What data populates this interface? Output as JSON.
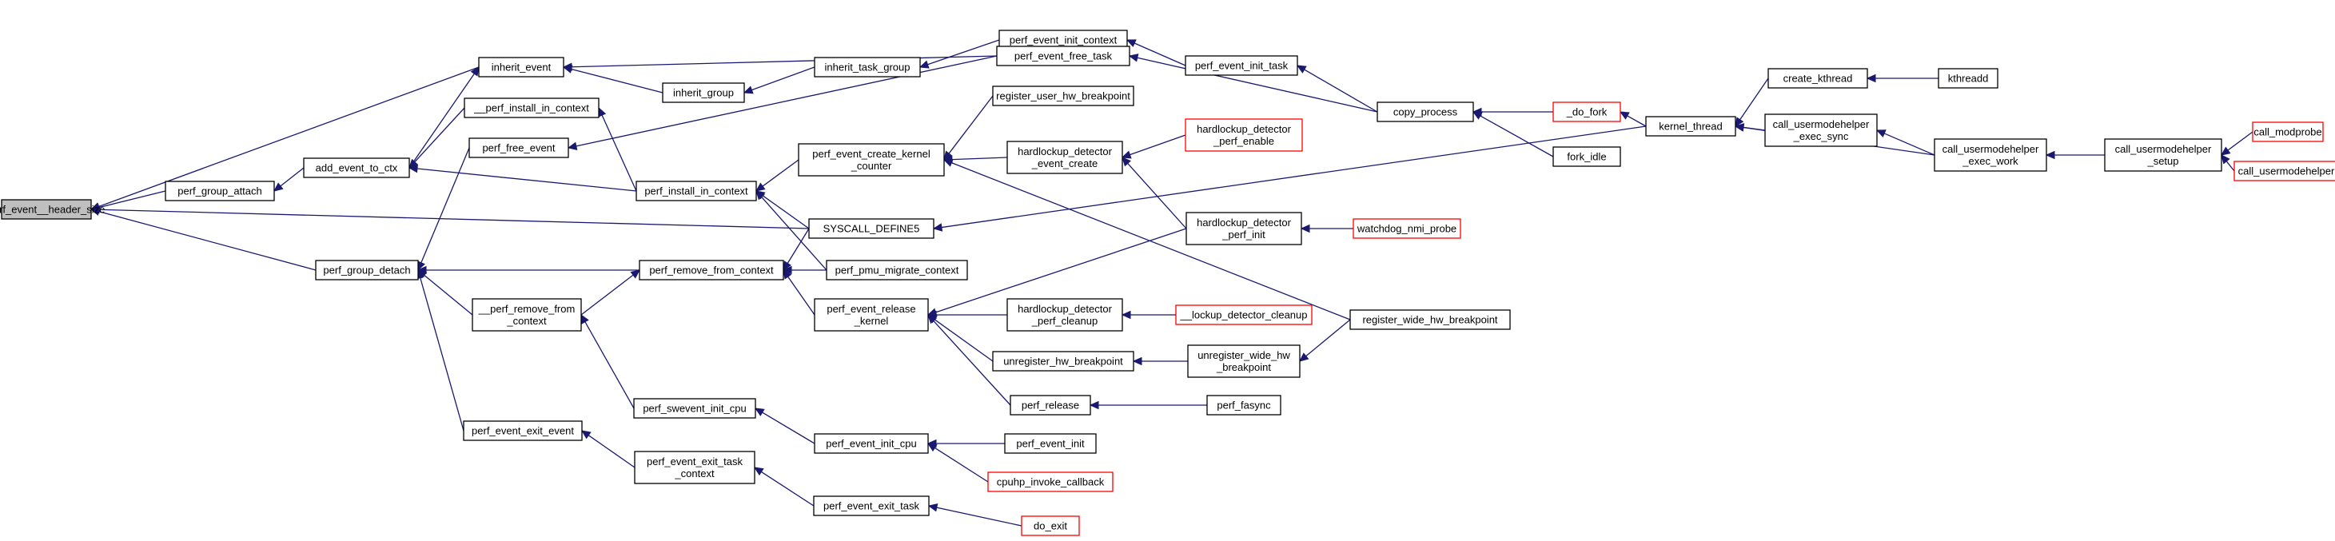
{
  "colors": {
    "edge": "#191970",
    "truncated_border": "#ff0000",
    "root_fill": "#bfbfbf",
    "node_border": "#000000"
  },
  "nodes": [
    {
      "id": "n0",
      "lines": [
        "perf_event__header_size"
      ],
      "kind": "root"
    },
    {
      "id": "n1",
      "lines": [
        "inherit_event"
      ]
    },
    {
      "id": "n2",
      "lines": [
        "inherit_group"
      ]
    },
    {
      "id": "n3",
      "lines": [
        "inherit_task_group"
      ]
    },
    {
      "id": "n4",
      "lines": [
        "perf_event_init_context"
      ]
    },
    {
      "id": "n5",
      "lines": [
        "perf_event_init_task"
      ]
    },
    {
      "id": "n6",
      "lines": [
        "copy_process"
      ]
    },
    {
      "id": "n7",
      "lines": [
        "_do_fork"
      ],
      "kind": "trunc"
    },
    {
      "id": "n8",
      "lines": [
        "fork_idle"
      ]
    },
    {
      "id": "n9",
      "lines": [
        "kernel_thread"
      ]
    },
    {
      "id": "n10",
      "lines": [
        "create_kthread"
      ]
    },
    {
      "id": "n11",
      "lines": [
        "kthreadd"
      ]
    },
    {
      "id": "n12",
      "lines": [
        "call_usermodehelper",
        "_exec_sync"
      ]
    },
    {
      "id": "n13",
      "lines": [
        "call_usermodehelper",
        "_exec_work"
      ]
    },
    {
      "id": "n14",
      "lines": [
        "call_usermodehelper",
        "_setup"
      ]
    },
    {
      "id": "n15",
      "lines": [
        "call_modprobe"
      ],
      "kind": "trunc"
    },
    {
      "id": "n16",
      "lines": [
        "call_usermodehelper"
      ],
      "kind": "trunc"
    },
    {
      "id": "n17",
      "lines": [
        "perf_event_free_task"
      ]
    },
    {
      "id": "n18",
      "lines": [
        "perf_group_attach"
      ]
    },
    {
      "id": "n19",
      "lines": [
        "add_event_to_ctx"
      ]
    },
    {
      "id": "n20",
      "lines": [
        "__perf_install_in_context"
      ]
    },
    {
      "id": "n21",
      "lines": [
        "perf_free_event"
      ]
    },
    {
      "id": "n22",
      "lines": [
        "perf_install_in_context"
      ]
    },
    {
      "id": "n23",
      "lines": [
        "perf_event_create_kernel",
        "_counter"
      ]
    },
    {
      "id": "n24",
      "lines": [
        "register_user_hw_breakpoint"
      ]
    },
    {
      "id": "n25",
      "lines": [
        "hardlockup_detector",
        "_event_create"
      ]
    },
    {
      "id": "n26",
      "lines": [
        "hardlockup_detector",
        "_perf_enable"
      ],
      "kind": "trunc"
    },
    {
      "id": "n27",
      "lines": [
        "SYSCALL_DEFINE5"
      ]
    },
    {
      "id": "n28",
      "lines": [
        "perf_pmu_migrate_context"
      ]
    },
    {
      "id": "n29",
      "lines": [
        "perf_group_detach"
      ]
    },
    {
      "id": "n30",
      "lines": [
        "perf_remove_from_context"
      ]
    },
    {
      "id": "n31",
      "lines": [
        "__perf_remove_from",
        "_context"
      ]
    },
    {
      "id": "n32",
      "lines": [
        "perf_event_release",
        "_kernel"
      ]
    },
    {
      "id": "n33",
      "lines": [
        "hardlockup_detector",
        "_perf_init"
      ]
    },
    {
      "id": "n34",
      "lines": [
        "watchdog_nmi_probe"
      ],
      "kind": "trunc"
    },
    {
      "id": "n35",
      "lines": [
        "hardlockup_detector",
        "_perf_cleanup"
      ]
    },
    {
      "id": "n36",
      "lines": [
        "__lockup_detector_cleanup"
      ],
      "kind": "trunc"
    },
    {
      "id": "n37",
      "lines": [
        "register_wide_hw_breakpoint"
      ]
    },
    {
      "id": "n38",
      "lines": [
        "unregister_hw_breakpoint"
      ]
    },
    {
      "id": "n39",
      "lines": [
        "unregister_wide_hw",
        "_breakpoint"
      ]
    },
    {
      "id": "n40",
      "lines": [
        "perf_release"
      ]
    },
    {
      "id": "n41",
      "lines": [
        "perf_fasync"
      ]
    },
    {
      "id": "n42",
      "lines": [
        "perf_swevent_init_cpu"
      ]
    },
    {
      "id": "n43",
      "lines": [
        "perf_event_init_cpu"
      ]
    },
    {
      "id": "n44",
      "lines": [
        "perf_event_init"
      ]
    },
    {
      "id": "n45",
      "lines": [
        "cpuhp_invoke_callback"
      ],
      "kind": "trunc"
    },
    {
      "id": "n46",
      "lines": [
        "perf_event_exit_event"
      ]
    },
    {
      "id": "n47",
      "lines": [
        "perf_event_exit_task",
        "_context"
      ]
    },
    {
      "id": "n48",
      "lines": [
        "perf_event_exit_task"
      ]
    },
    {
      "id": "n49",
      "lines": [
        "do_exit"
      ],
      "kind": "trunc"
    }
  ],
  "edges": [
    [
      "n1",
      "n0"
    ],
    [
      "n18",
      "n0"
    ],
    [
      "n27",
      "n0"
    ],
    [
      "n29",
      "n0"
    ],
    [
      "n2",
      "n1"
    ],
    [
      "n19",
      "n1"
    ],
    [
      "n3",
      "n2"
    ],
    [
      "n4",
      "n3"
    ],
    [
      "n5",
      "n4"
    ],
    [
      "n6",
      "n5"
    ],
    [
      "n7",
      "n6"
    ],
    [
      "n8",
      "n6"
    ],
    [
      "n9",
      "n7"
    ],
    [
      "n10",
      "n9"
    ],
    [
      "n12",
      "n9"
    ],
    [
      "n13",
      "n9"
    ],
    [
      "n11",
      "n10"
    ],
    [
      "n13",
      "n12"
    ],
    [
      "n14",
      "n13"
    ],
    [
      "n15",
      "n14"
    ],
    [
      "n16",
      "n14"
    ],
    [
      "n17",
      "n1"
    ],
    [
      "n6",
      "n17"
    ],
    [
      "n19",
      "n18"
    ],
    [
      "n20",
      "n19"
    ],
    [
      "n22",
      "n19"
    ],
    [
      "n22",
      "n20"
    ],
    [
      "n21",
      "n29"
    ],
    [
      "n17",
      "n21"
    ],
    [
      "n23",
      "n22"
    ],
    [
      "n27",
      "n22"
    ],
    [
      "n28",
      "n22"
    ],
    [
      "n24",
      "n23"
    ],
    [
      "n25",
      "n23"
    ],
    [
      "n37",
      "n23"
    ],
    [
      "n26",
      "n25"
    ],
    [
      "n33",
      "n25"
    ],
    [
      "n9",
      "n27"
    ],
    [
      "n30",
      "n29"
    ],
    [
      "n31",
      "n29"
    ],
    [
      "n46",
      "n29"
    ],
    [
      "n27",
      "n30"
    ],
    [
      "n28",
      "n30"
    ],
    [
      "n32",
      "n30"
    ],
    [
      "n31",
      "n30"
    ],
    [
      "n33",
      "n32"
    ],
    [
      "n35",
      "n32"
    ],
    [
      "n38",
      "n32"
    ],
    [
      "n40",
      "n32"
    ],
    [
      "n34",
      "n33"
    ],
    [
      "n36",
      "n35"
    ],
    [
      "n39",
      "n38"
    ],
    [
      "n37",
      "n39"
    ],
    [
      "n41",
      "n40"
    ],
    [
      "n42",
      "n31"
    ],
    [
      "n43",
      "n42"
    ],
    [
      "n44",
      "n43"
    ],
    [
      "n45",
      "n43"
    ],
    [
      "n47",
      "n46"
    ],
    [
      "n48",
      "n47"
    ],
    [
      "n49",
      "n48"
    ]
  ]
}
